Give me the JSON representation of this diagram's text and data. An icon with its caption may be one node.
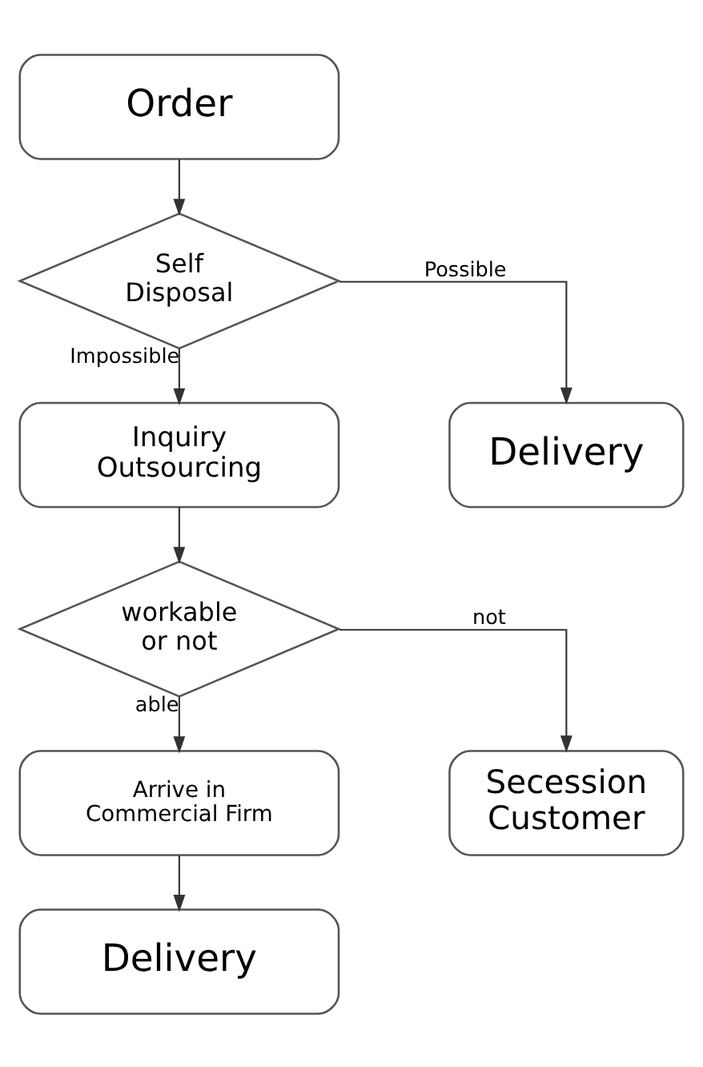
{
  "diagram": {
    "nodes": [
      {
        "text": [
          "Order"
        ]
      },
      {
        "text": [
          "Self Disposal"
        ]
      },
      {
        "text": [
          "Inquiry Outsourcing"
        ]
      },
      {
        "text": [
          "Delivery"
        ]
      },
      {
        "text": [
          "workable or not"
        ]
      },
      {
        "text": [
          "Arrive in Commercial Firm"
        ]
      },
      {
        "text": [
          "Secession Customer"
        ]
      },
      {
        "text": [
          "Delivery"
        ]
      }
    ],
    "edges": [
      {
        "from": 0,
        "to": 1,
        "arrow": "to"
      },
      {
        "from": 1,
        "to": 3,
        "arrow": "to",
        "label": "Possible"
      },
      {
        "from": 1,
        "to": 2,
        "arrow": "to",
        "label": "Impossible"
      },
      {
        "from": 2,
        "to": 4,
        "arrow": "to"
      },
      {
        "from": 4,
        "to": 6,
        "arrow": "to",
        "label": "not"
      },
      {
        "from": 4,
        "to": 5,
        "arrow": "to",
        "label": "able"
      },
      {
        "from": 5,
        "to": 7,
        "arrow": "to"
      }
    ]
  }
}
